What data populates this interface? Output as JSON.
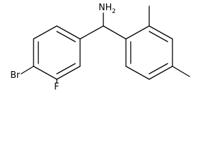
{
  "molecule": {
    "atoms": {
      "amine": "NH",
      "amine_subscript": "2",
      "bromine": "Br",
      "fluorine": "F"
    },
    "colors": {
      "bond": "#000000",
      "label": "#000000",
      "background": "#ffffff"
    }
  }
}
